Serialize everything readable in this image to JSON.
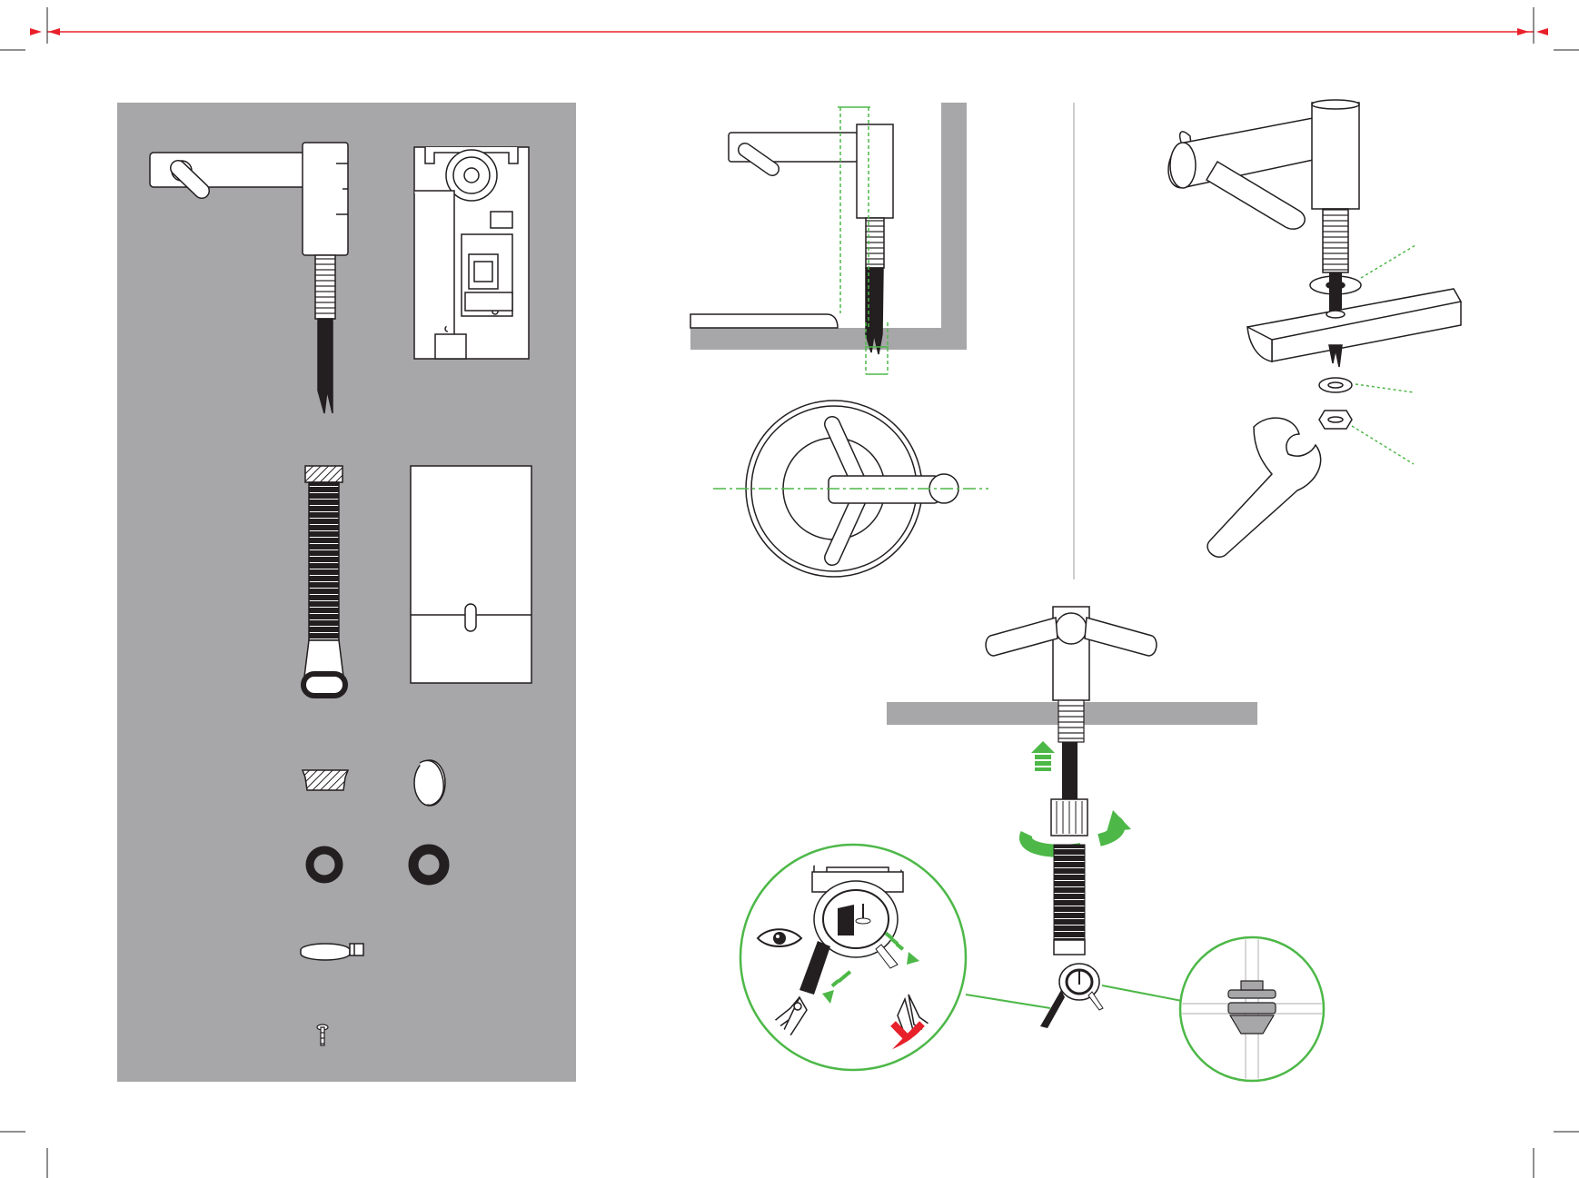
{
  "page": {
    "title": "",
    "description_text": ""
  },
  "colors": {
    "panel_gray": "#a7a6a8",
    "counter_gray": "#a7a6a8",
    "accent_green": "#4db848",
    "dashed_green": "#4db848",
    "trim_red": "#e8202a",
    "line_dark": "#231f20",
    "wrong_mark_red": "#e8202a"
  },
  "icons": {
    "eye": "eye-icon",
    "arrow_up": "arrow-up-icon",
    "rotate_arrow": "rotate-arrow-icon",
    "wrong_mark": "x-mark-icon",
    "wrench": "wrench-icon",
    "pliers": "pliers-icon"
  },
  "panels": {
    "parts": {
      "items": [
        "tap-body",
        "control-box",
        "flexible-hose",
        "installation-template",
        "filter-insert",
        "end-cap",
        "o-ring-small",
        "o-ring-large",
        "hose-clamp",
        "screw"
      ]
    },
    "steps": [
      "cabinet-clearance",
      "top-view-alignment",
      "tap-fixing",
      "hose-connection"
    ]
  }
}
